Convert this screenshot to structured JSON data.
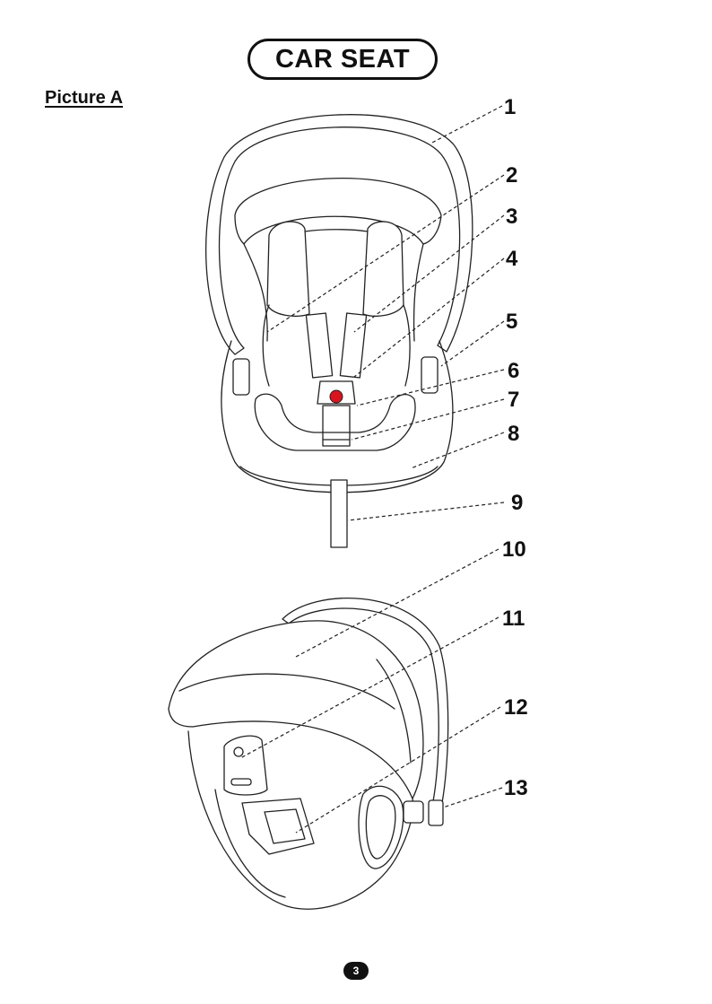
{
  "header": {
    "title": "CAR SEAT"
  },
  "figure": {
    "label": "Picture A"
  },
  "callouts": [
    "1",
    "2",
    "3",
    "4",
    "5",
    "6",
    "7",
    "8",
    "9",
    "10",
    "11",
    "12",
    "13"
  ],
  "accent": {
    "buckle_button": "#d9141e"
  },
  "footer": {
    "page_number": "3"
  }
}
